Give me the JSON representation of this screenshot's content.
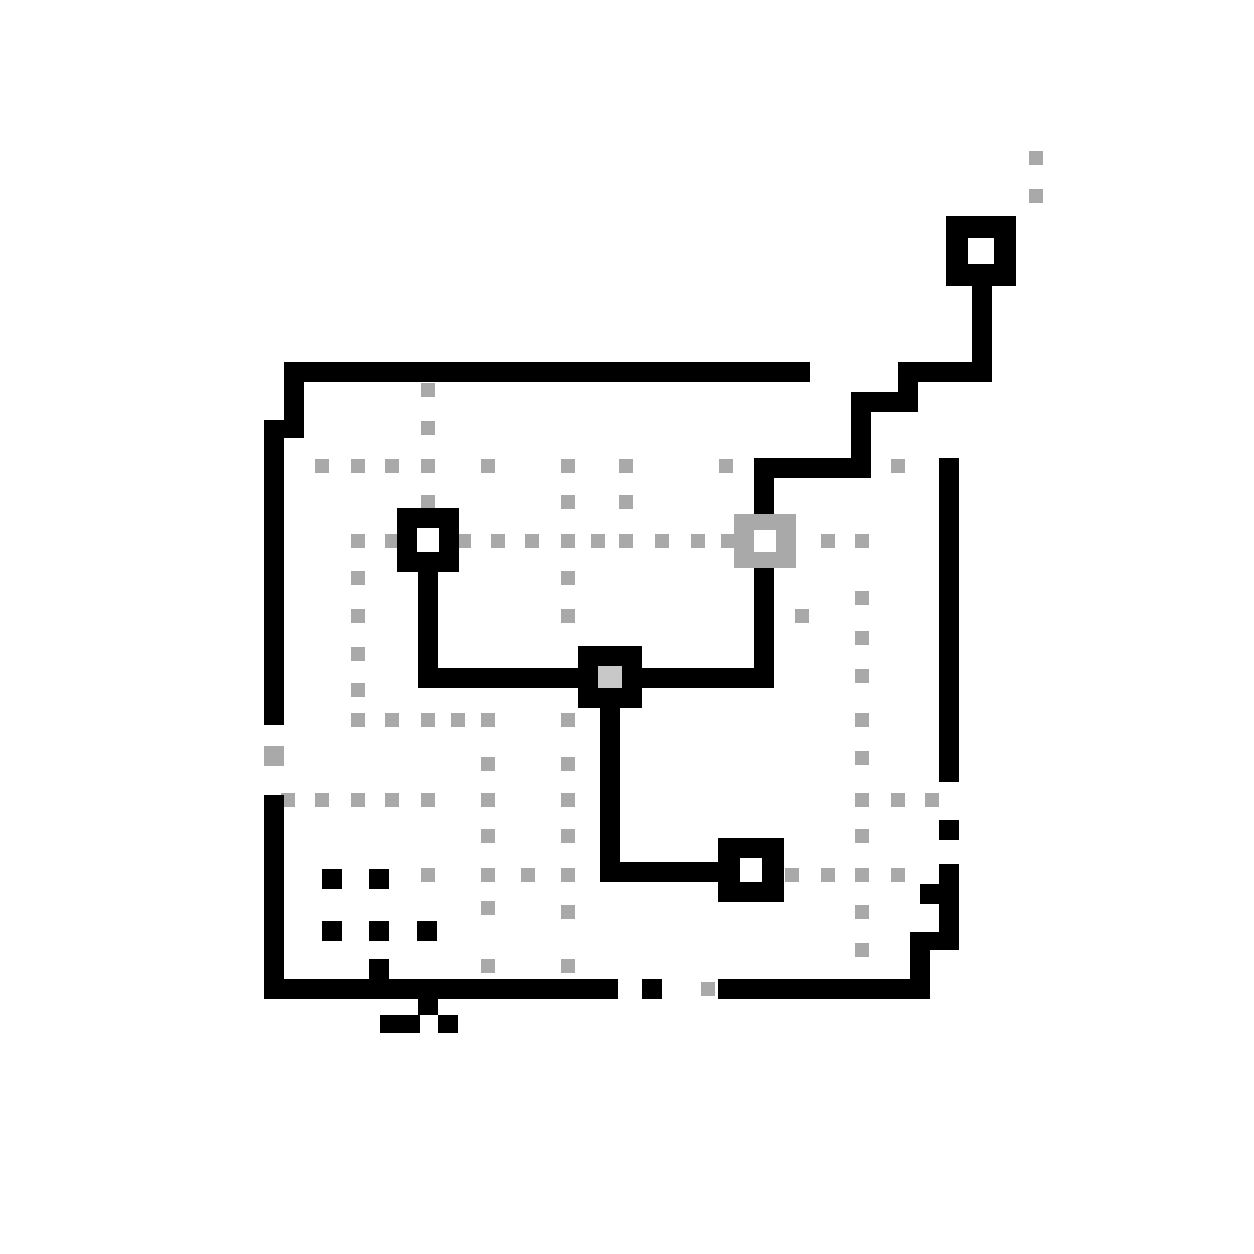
{
  "colors": {
    "background": "#ffffff",
    "ink": "#000000",
    "grid": "#a9a9a9",
    "node_fill": "#ffffff",
    "hub_fill": "#c8c8c8",
    "ghost_node": "#a9a9a9"
  },
  "nodes": [
    {
      "id": "node-left",
      "kind": "endpoint"
    },
    {
      "id": "node-hub",
      "kind": "hub"
    },
    {
      "id": "node-bottom-right",
      "kind": "endpoint"
    },
    {
      "id": "node-ghost",
      "kind": "ghost"
    },
    {
      "id": "node-top-right",
      "kind": "endpoint"
    }
  ]
}
